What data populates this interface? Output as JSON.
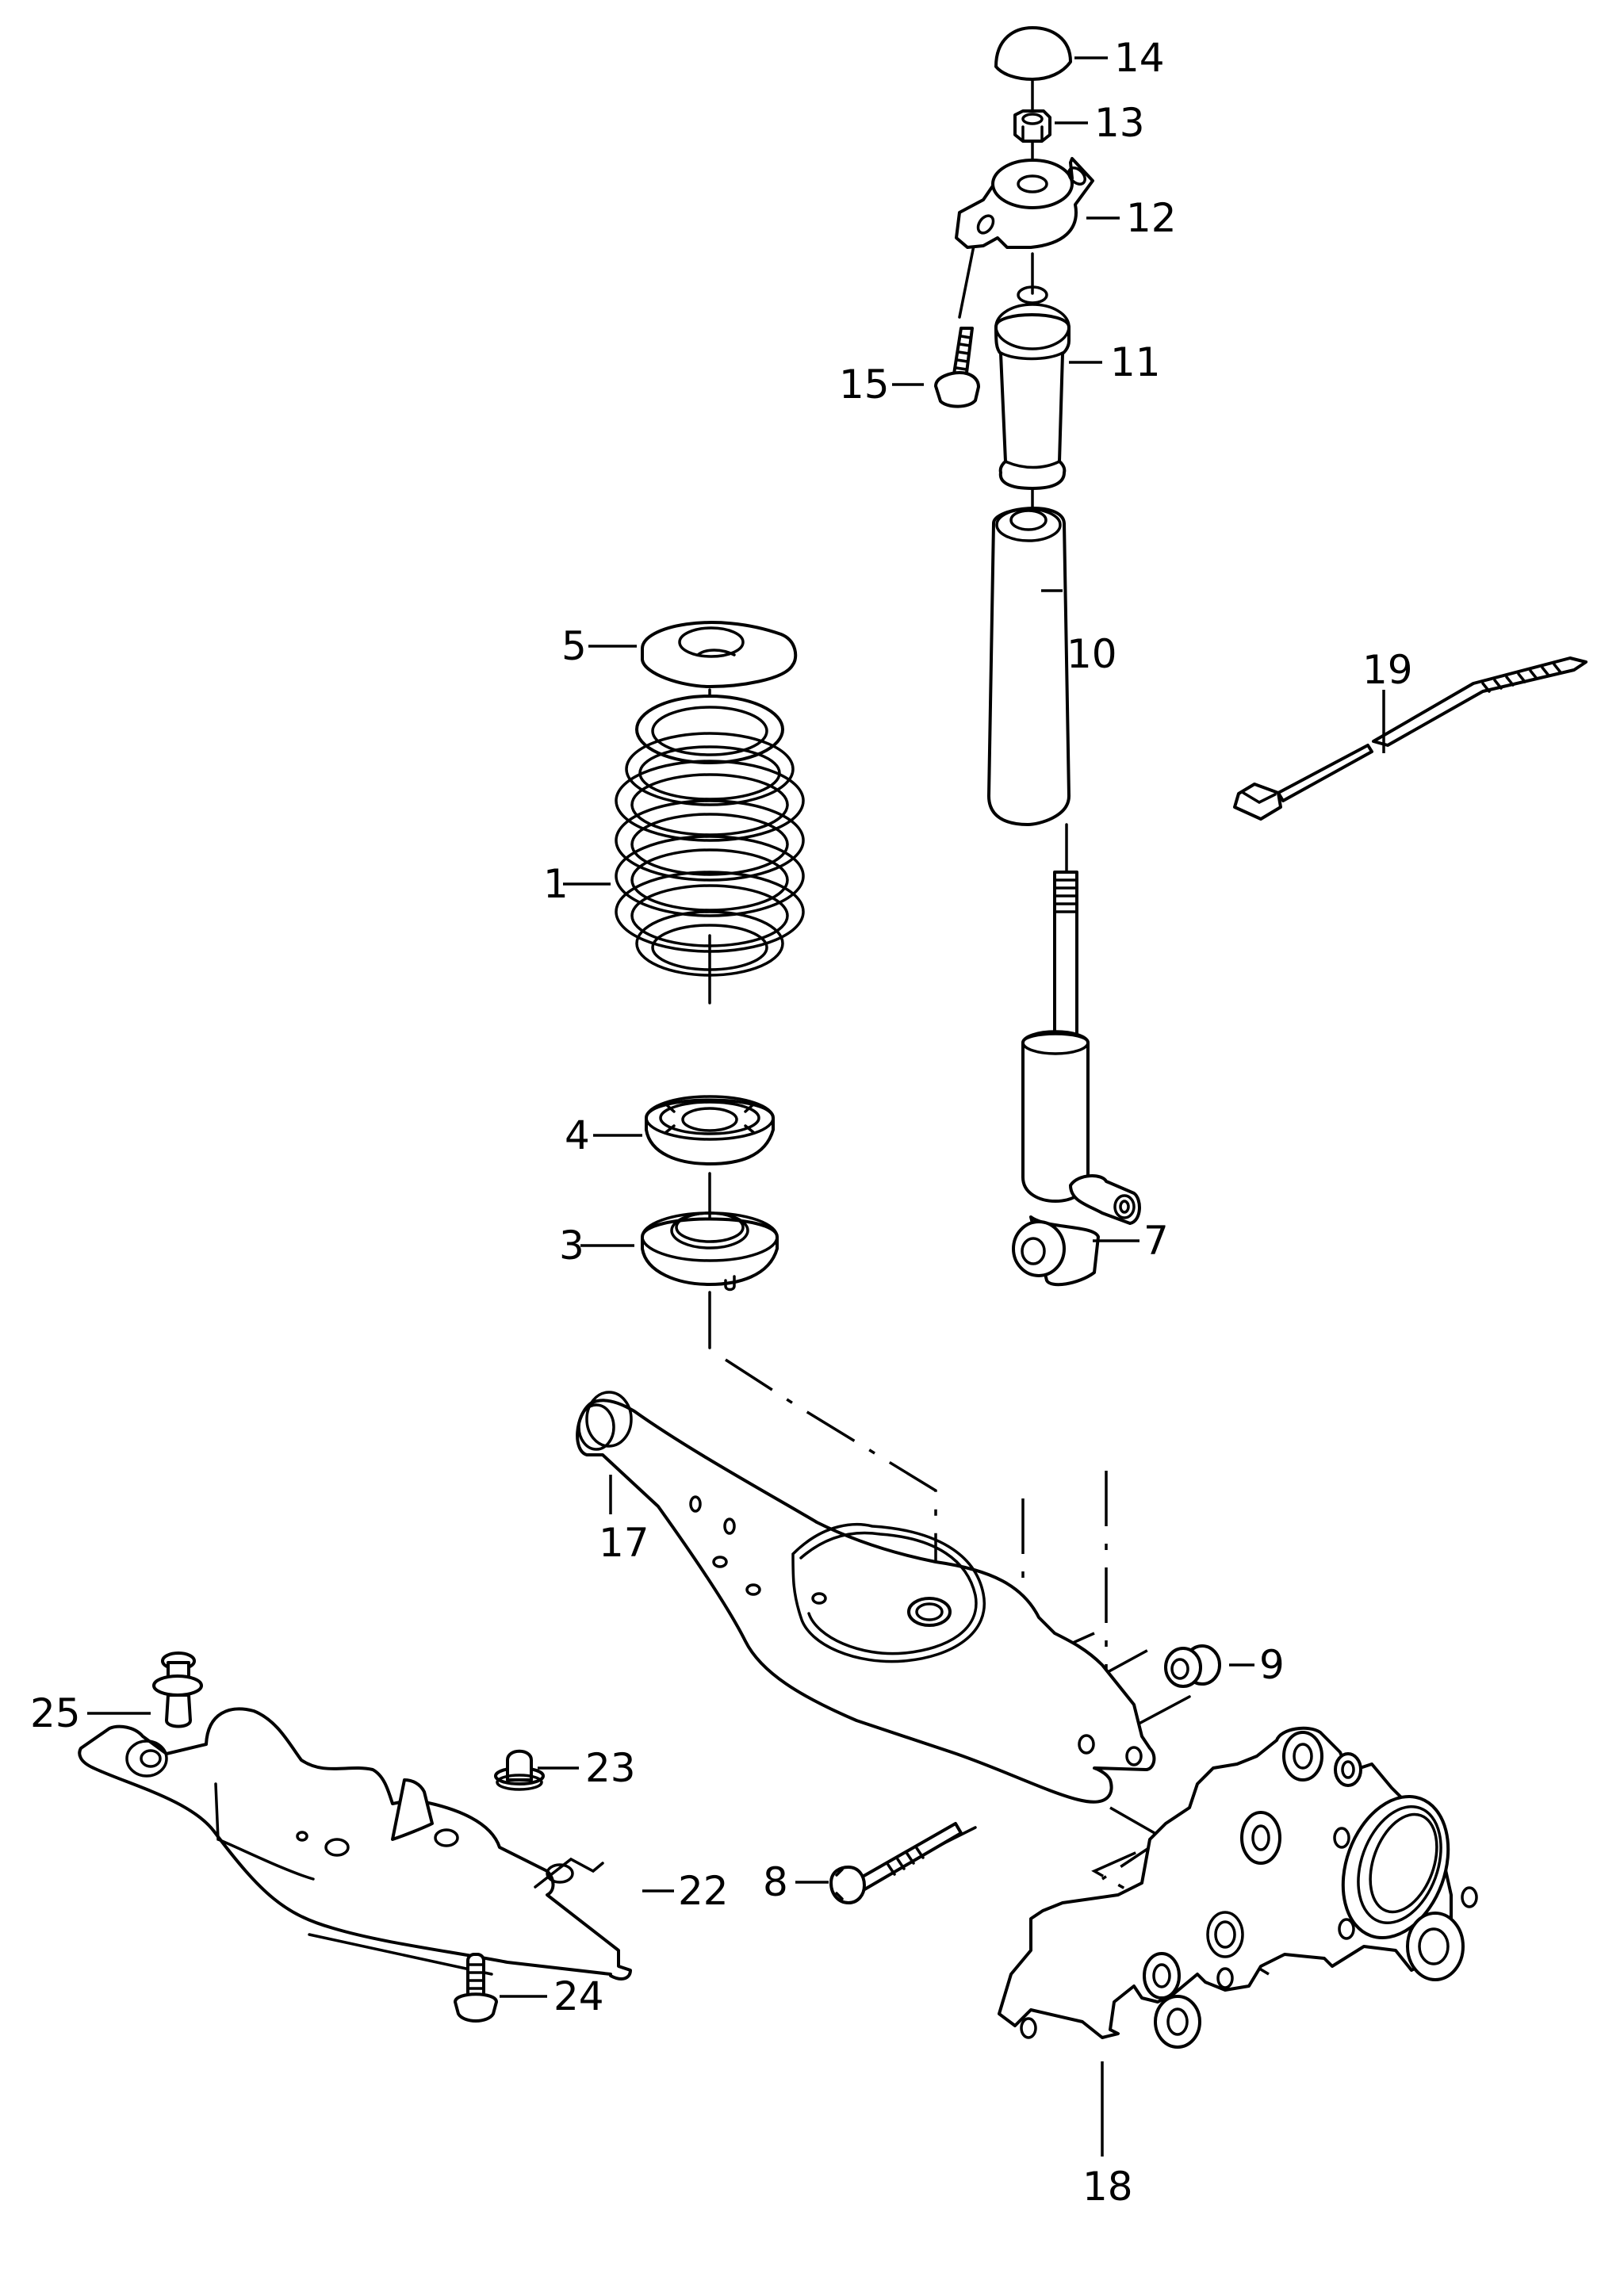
{
  "diagram": {
    "type": "exploded-parts-view",
    "colors": {
      "line": "#000000",
      "background": "#ffffff"
    },
    "callouts": {
      "p1": "1",
      "p3": "3",
      "p4": "4",
      "p5": "5",
      "p7": "7",
      "p8": "8",
      "p9": "9",
      "p10": "10",
      "p11": "11",
      "p12": "12",
      "p13": "13",
      "p14": "14",
      "p15": "15",
      "p17": "17",
      "p18": "18",
      "p19": "19",
      "p22": "22",
      "p23": "23",
      "p24": "24",
      "p25": "25"
    }
  }
}
